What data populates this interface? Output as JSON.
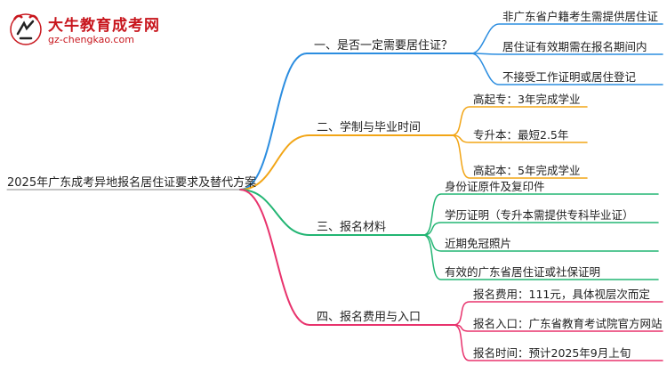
{
  "logo": {
    "title": "大牛教育成考网",
    "url": "gz-chengkao.com"
  },
  "mindmap": {
    "root": "2025年广东成考异地报名居住证要求及替代方案",
    "branches": [
      {
        "label": "一、是否一定需要居住证？",
        "color": "#2b8de0",
        "children": [
          "非广东省户籍考生需提供居住证",
          "居住证有效期需在报名期间内",
          "不接受工作证明或居住登记"
        ]
      },
      {
        "label": "二、学制与毕业时间",
        "color": "#f2a516",
        "children": [
          "高起专：3年完成学业",
          "专升本：最短2.5年",
          "高起本：5年完成学业"
        ]
      },
      {
        "label": "三、报名材料",
        "color": "#22b573",
        "children": [
          "身份证原件及复印件",
          "学历证明（专升本需提供专科毕业证）",
          "近期免冠照片",
          "有效的广东省居住证或社保证明"
        ]
      },
      {
        "label": "四、报名费用与入口",
        "color": "#e8336d",
        "children": [
          "报名费用：111元，具体视层次而定",
          "报名入口：广东省教育考试院官方网站",
          "报名时间：预计2025年9月上旬"
        ]
      }
    ]
  }
}
